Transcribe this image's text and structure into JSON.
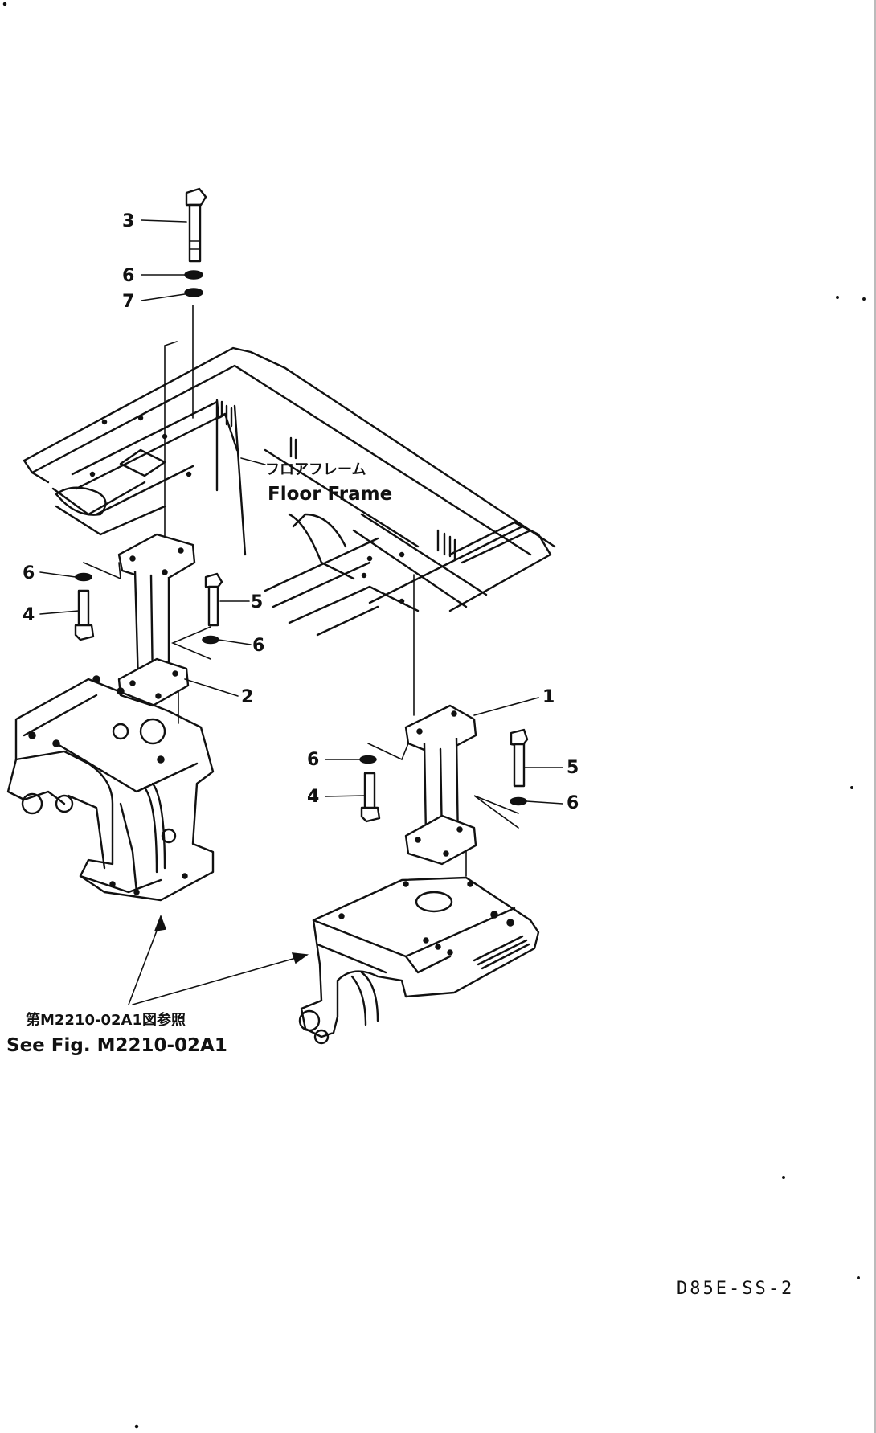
{
  "labels": {
    "floor_frame_jp": "フロアフレーム",
    "floor_frame_en": "Floor Frame",
    "see_fig_jp": "第M2210-02A1図参照",
    "see_fig_en": "See Fig. M2210-02A1",
    "drawing_ref": "D85E-SS-2"
  },
  "callouts": {
    "c1": "1",
    "c2": "2",
    "c3": "3",
    "c4a": "4",
    "c4b": "4",
    "c5a": "5",
    "c5b": "5",
    "c6a": "6",
    "c6b": "6",
    "c6c": "6",
    "c6d": "6",
    "c6e": "6",
    "c7": "7"
  }
}
